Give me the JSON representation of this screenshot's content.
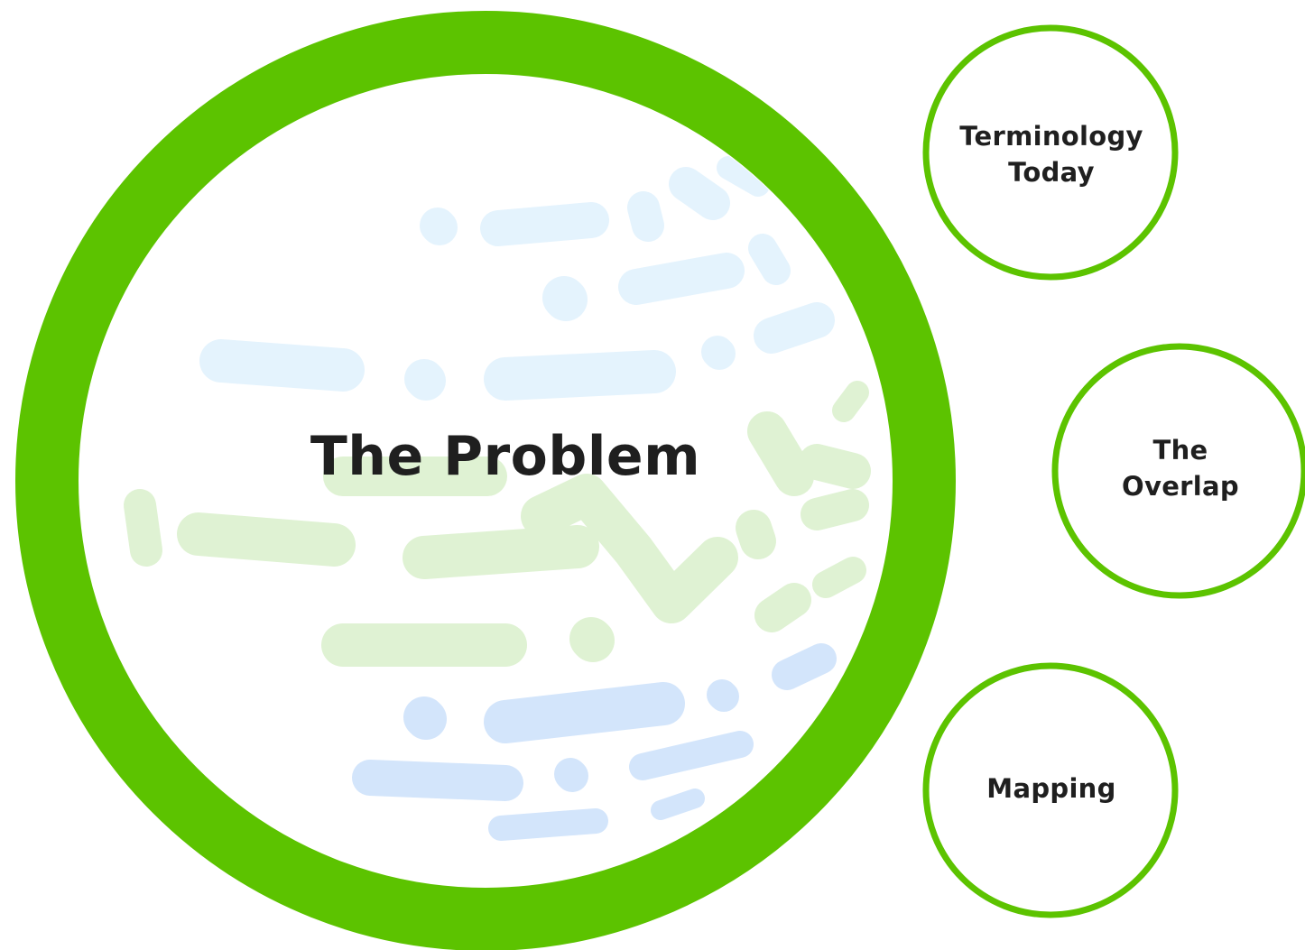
{
  "colors": {
    "ring": "#5cc300",
    "background": "#ffffff",
    "text": "#1f1f1f",
    "globe_light_blue": "#e4f3fd",
    "globe_green": "#dff2d3",
    "globe_blue": "#d3e5fb"
  },
  "main_topic": {
    "title": "The Problem",
    "icon": "globe-icon"
  },
  "subtopics": [
    {
      "title": "Terminology\nToday"
    },
    {
      "title": "The\nOverlap"
    },
    {
      "title": "Mapping"
    }
  ]
}
